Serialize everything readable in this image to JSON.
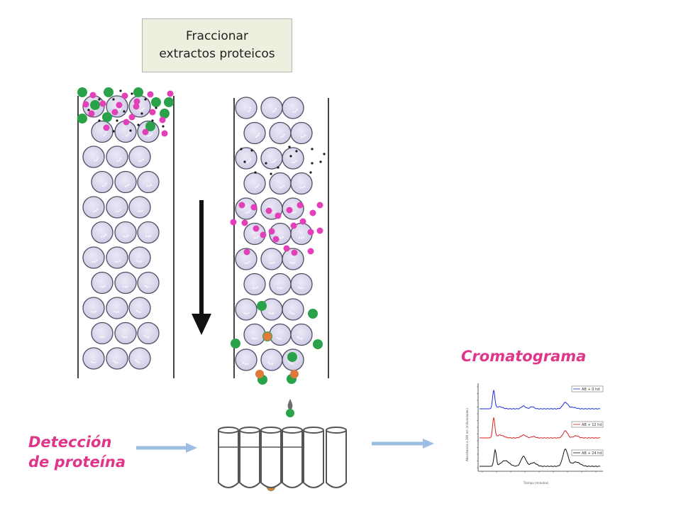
{
  "title_box": {
    "line1": "Fraccionar",
    "line2": "extractos proteicos"
  },
  "labels": {
    "chromatogram": "Cromatograma",
    "detection_line1": "Detección",
    "detection_line2": "de proteína"
  },
  "chromatogram": {
    "legend": [
      "AB + 0 hd",
      "AB + 12 hd",
      "AB + 24 hd"
    ],
    "y_axis_label": "Absorbancia a 280 nm (miliunidades)",
    "x_axis_label": "Tiempo (minutos)",
    "series_colors": [
      "#1a2fd6",
      "#d42020",
      "#111111"
    ]
  },
  "colors": {
    "bead_fill": "#d7d5ec",
    "bead_stroke": "#4e4e62",
    "large_protein": "#2aa24a",
    "medium_protein": "#e23fb8",
    "small_molecule": "#1b1b1b",
    "eluted_protein": "#e07a3a",
    "arrow_blue": "#9dbee3",
    "label_pink": "#e0368a",
    "title_box_bg": "#ebf1de"
  }
}
